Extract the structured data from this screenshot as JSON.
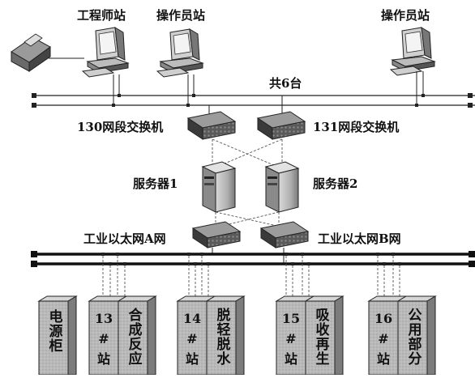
{
  "workstations": {
    "engineer_label": "工程师站",
    "operator_label_1": "操作员站",
    "operator_label_2": "操作员站"
  },
  "top_bus": {
    "count_label": "共6台"
  },
  "switches": {
    "left_label": "130网段交换机",
    "right_label": "131网段交换机"
  },
  "servers": {
    "server1_label": "服务器1",
    "server2_label": "服务器2"
  },
  "ethernet": {
    "a_label": "工业以太网A网",
    "b_label": "工业以太网B网"
  },
  "cabinets": {
    "power": "电源柜",
    "station13": {
      "num": "13",
      "mark": "#",
      "suffix": "站",
      "side": "合成反应"
    },
    "station14": {
      "num": "14",
      "mark": "#",
      "suffix": "站",
      "side": "脱轻脱水"
    },
    "station15": {
      "num": "15",
      "mark": "#",
      "suffix": "站",
      "side": "吸收再生"
    },
    "station16": {
      "num": "16",
      "mark": "#",
      "suffix": "站",
      "side": "公用部分"
    }
  }
}
